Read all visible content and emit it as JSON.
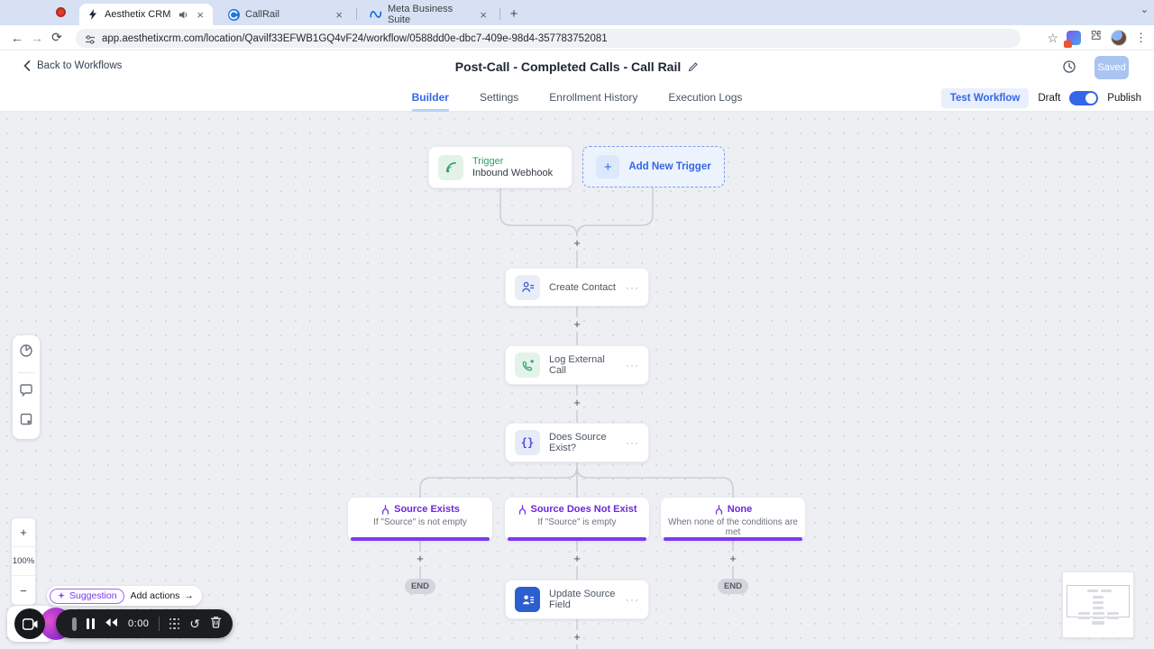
{
  "browser": {
    "tabs": [
      {
        "label": "Aesthetix CRM",
        "active": true
      },
      {
        "label": "CallRail",
        "active": false
      },
      {
        "label": "Meta Business Suite",
        "active": false
      }
    ],
    "close_glyph": "×",
    "new_tab_glyph": "+",
    "chevron_glyph": "⌄",
    "back_glyph": "←",
    "forward_glyph": "→",
    "reload_glyph": "⟳",
    "star_glyph": "☆",
    "menu_glyph": "⋮",
    "url": "app.aesthetixcrm.com/location/Qavilf33EFWB1GQ4vF24/workflow/0588dd0e-dbc7-409e-98d4-357783752081"
  },
  "header": {
    "back_label": "Back to Workflows",
    "back_glyph": "‹",
    "title": "Post-Call - Completed Calls - Call Rail",
    "saved_label": "Saved"
  },
  "nav": {
    "tabs": [
      {
        "label": "Builder",
        "active": true
      },
      {
        "label": "Settings",
        "active": false
      },
      {
        "label": "Enrollment History",
        "active": false
      },
      {
        "label": "Execution Logs",
        "active": false
      }
    ],
    "test_workflow_label": "Test Workflow",
    "draft_label": "Draft",
    "publish_label": "Publish"
  },
  "flow": {
    "trigger": {
      "title": "Trigger",
      "subtitle": "Inbound Webhook"
    },
    "add_trigger_label": "Add New Trigger",
    "plus_glyph": "+",
    "more_glyph": "···",
    "braces_glyph": "{}",
    "nodes": [
      {
        "label": "Create Contact"
      },
      {
        "label": "Log External Call"
      },
      {
        "label": "Does Source Exist?"
      },
      {
        "label": "Update Source Field"
      }
    ],
    "branches": [
      {
        "title": "Source Exists",
        "subtitle": "If \"Source\" is not empty"
      },
      {
        "title": "Source Does Not Exist",
        "subtitle": "If \"Source\" is empty"
      },
      {
        "title": "None",
        "subtitle": "When none of the conditions are met"
      }
    ],
    "end_label": "END"
  },
  "controls": {
    "zoom_in": "+",
    "zoom_level": "100%",
    "zoom_out": "−"
  },
  "suggestion": {
    "badge": "Suggestion",
    "action": "Add actions",
    "arrow": "→"
  },
  "recorder": {
    "time": "0:00",
    "restart_glyph": "↺"
  },
  "colors": {
    "accent_blue": "#3566e8",
    "purple": "#7c3aed",
    "green": "#2f9e68",
    "saved_bg": "#a9c4f1",
    "canvas_bg": "#edeff3"
  }
}
